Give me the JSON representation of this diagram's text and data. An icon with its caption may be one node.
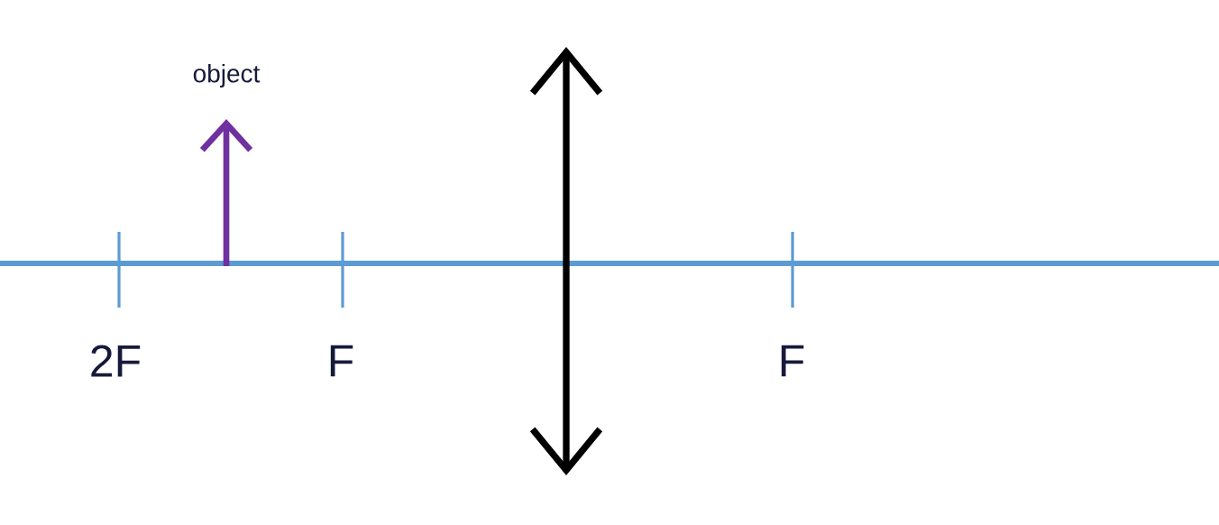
{
  "diagram": {
    "labels": [
      "object",
      "2F",
      "F",
      "F"
    ]
  }
}
